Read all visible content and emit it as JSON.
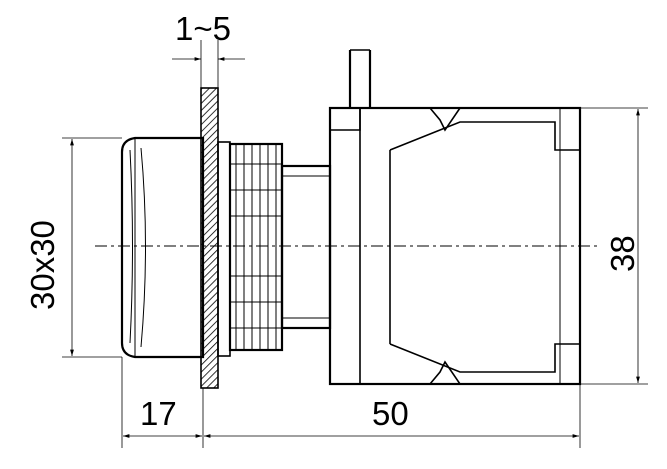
{
  "drawing": {
    "panel_thickness_label": "1~5",
    "face_size_label": "30x30",
    "body_height_label": "38",
    "front_depth_label": "17",
    "rear_depth_label": "50"
  }
}
